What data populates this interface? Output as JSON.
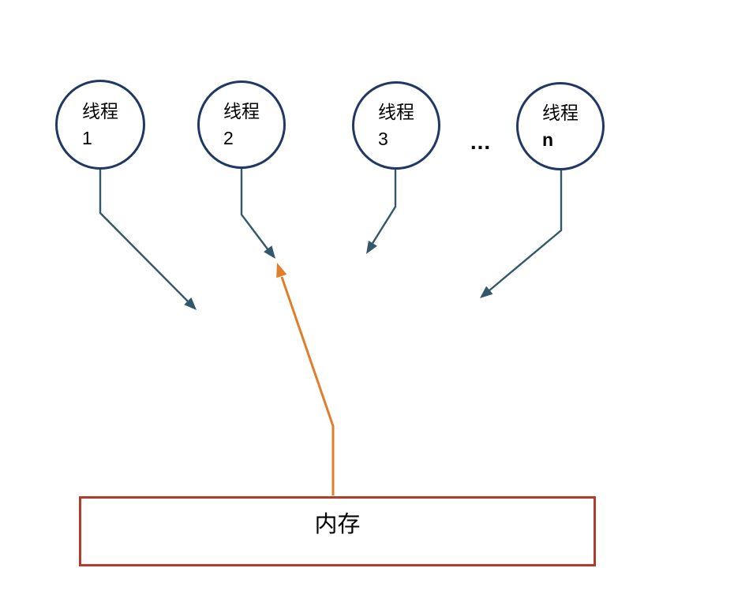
{
  "diagram": {
    "title": "threads-shared-memory-diagram",
    "threads": [
      {
        "label": "线程",
        "id": "1"
      },
      {
        "label": "线程",
        "id": "2"
      },
      {
        "label": "线程",
        "id": "3"
      },
      {
        "label": "线程",
        "id": "n"
      }
    ],
    "ellipsis": "...",
    "memory": {
      "label": "内存"
    }
  },
  "colors": {
    "background": "#FFFFFF",
    "circle_border": "#1F3864",
    "thread_arrow": "#31586B",
    "memory_arrow": "#E07E2C",
    "memory_border": "#B23B2C",
    "text": "#000000"
  }
}
